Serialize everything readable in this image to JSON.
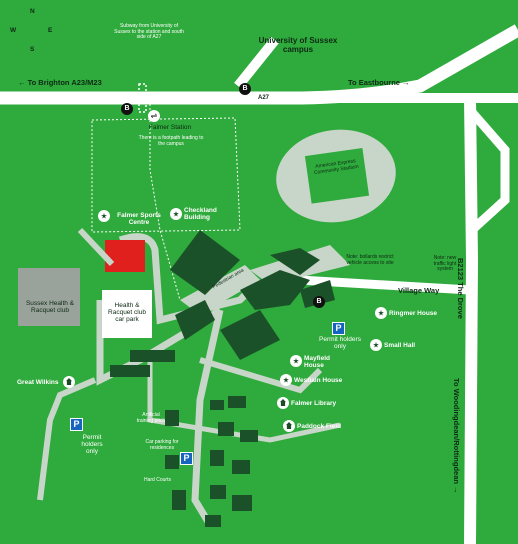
{
  "compass": {
    "n": "N",
    "e": "E",
    "s": "S",
    "w": "W"
  },
  "roads": {
    "a27": "A27",
    "to_brighton": "← To Brighton A23/M23",
    "to_eastbourne": "To Eastbourne →",
    "village_way": "Village Way",
    "the_drove": "B2123 The Drove",
    "to_woodingdean": "To Woodingdean/Rottingdean →"
  },
  "places": {
    "university": "University of Sussex campus",
    "falmer_station": "Falmer Station",
    "footpath_note": "There is a footpath leading to the campus",
    "subway_note": "Subway from University of Sussex to the station and south side of A27",
    "falmer_sports": "Falmer Sports Centre",
    "checkland": "Checkland Building",
    "pedestrian_area": "Pedestrian area",
    "health_racquet": "Sussex Health & Racquet club",
    "health_car_park": "Health & Racquet club car park",
    "great_wilkins": "Great Wilkins",
    "permit_holders_left": "Permit holders only",
    "artificial_pitch": "Artificial training pitch",
    "residents_parking": "Car parking for residences",
    "hard_courts": "Hard Courts",
    "falmer_library": "Falmer Library",
    "paddock_field": "Paddock Field",
    "westlain": "Westlain House",
    "mayfield": "Mayfield House",
    "permit_holders_mid": "Permit holders only",
    "small_hall": "Small Hall",
    "ringmer": "Ringmer House",
    "note_bollards": "Note: bollards restrict vehicle access to site",
    "note_traffic": "Note: new traffic light system",
    "stadium": "American Express Community Stadium"
  },
  "icons": {
    "bus": "B",
    "parking": "P",
    "rail": "⇌"
  },
  "colors": {
    "grass": "#2faa3c",
    "road": "#ffffff",
    "building": "#1a5128",
    "path": "#c8d6c9",
    "sports_centre": "#e0201c",
    "health_club": "#9aa39b",
    "parking": "#1565c0"
  }
}
